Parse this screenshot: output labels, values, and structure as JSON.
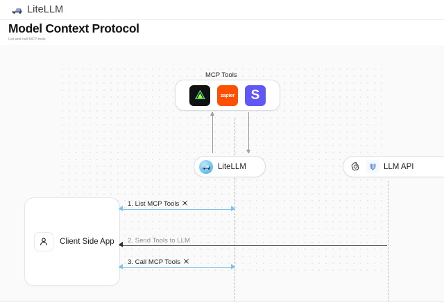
{
  "topbar": {
    "brand": "LiteLLM",
    "brand_icon": "litellm-logo-icon"
  },
  "header": {
    "title": "Model Context Protocol",
    "subtitle": "List and call MCP tools"
  },
  "diagram": {
    "mcp_group": {
      "label": "MCP Tools",
      "tools": [
        {
          "name": "supabase",
          "icon": "supabase-icon",
          "bg": "#111111",
          "glyph": ""
        },
        {
          "name": "zapier",
          "icon": "zapier-icon",
          "bg": "#ff4f00",
          "glyph": "zapier"
        },
        {
          "name": "slack",
          "icon": "slack-icon",
          "bg": "#6157f6",
          "glyph": "S"
        }
      ]
    },
    "nodes": {
      "litellm": {
        "label": "LiteLLM",
        "icon": "litellm-avatar-icon"
      },
      "llm_api": {
        "label": "LLM API",
        "icons": [
          "openai-icon",
          "anthropic-icon"
        ]
      },
      "client": {
        "label": "Client Side App",
        "icon": "user-icon"
      }
    },
    "messages": [
      {
        "id": 1,
        "label": "1. List MCP Tools",
        "icon": "wrench-icon",
        "color": "#7cc4ec",
        "direction": "bidirectional"
      },
      {
        "id": 2,
        "label": "2. Send Tools to LLM",
        "icon": "",
        "color": "#5b5f66",
        "direction": "left"
      },
      {
        "id": 3,
        "label": "3. Call MCP Tools",
        "icon": "wrench-icon",
        "color": "#7cc4ec",
        "direction": "bidirectional"
      }
    ]
  },
  "colors": {
    "canvas_bg": "#fafafa",
    "accent_blue": "#7cc4ec",
    "arrow_gray": "#5b5f66"
  }
}
